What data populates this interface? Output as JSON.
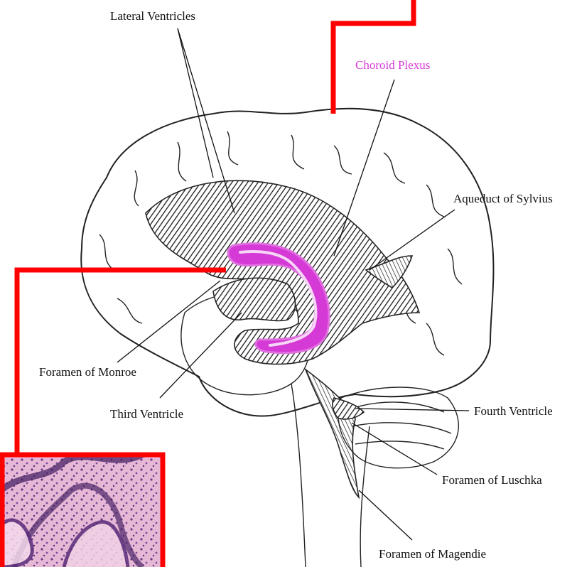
{
  "labels": {
    "lateral_ventricles": "Lateral Ventricles",
    "choroid_plexus": "Choroid Plexus",
    "aqueduct_of_sylvius": "Aqueduct of Sylvius",
    "foramen_of_monroe": "Foramen of Monroe",
    "third_ventricle": "Third Ventricle",
    "fourth_ventricle": "Fourth Ventricle",
    "foramen_of_luschka": "Foramen of Luschka",
    "foramen_of_magendie": "Foramen of Magendie"
  },
  "colors": {
    "highlight": "#d63ad6",
    "frame": "#ff0000",
    "ink": "#111111",
    "histology_pink": "#d9a3c8",
    "histology_purple": "#5a2d7a"
  },
  "icons": {
    "inset": "histology-micrograph"
  }
}
